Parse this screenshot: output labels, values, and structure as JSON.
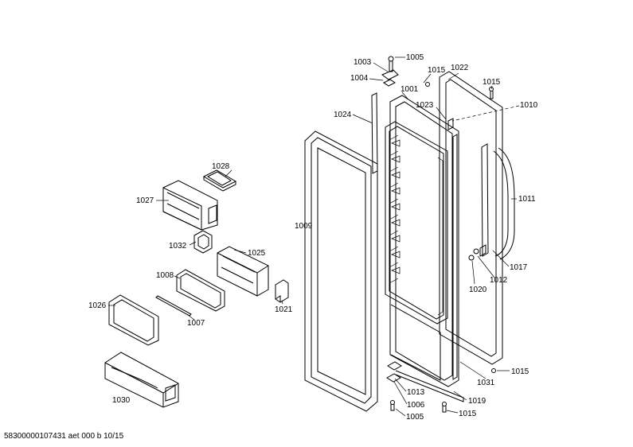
{
  "labels": {
    "l1003": "1003",
    "l1005a": "1005",
    "l1015a": "1015",
    "l1004": "1004",
    "l1001": "1001",
    "l1022": "1022",
    "l1015b": "1015",
    "l1023": "1023",
    "l1010": "1010",
    "l1024": "1024",
    "l1028": "1028",
    "l1027": "1027",
    "l1011": "1011",
    "l1009": "1009",
    "l1032": "1032",
    "l1025": "1025",
    "l1017": "1017",
    "l1012": "1012",
    "l1008": "1008",
    "l1020": "1020",
    "l1026": "1026",
    "l1021": "1021",
    "l1007": "1007",
    "l1015c": "1015",
    "l1031": "1031",
    "l1013": "1013",
    "l1030": "1030",
    "l1019": "1019",
    "l1006": "1006",
    "l1005b": "1005",
    "l1015d": "1015"
  },
  "footer": "58300000107431 aet 000 b 10/15"
}
